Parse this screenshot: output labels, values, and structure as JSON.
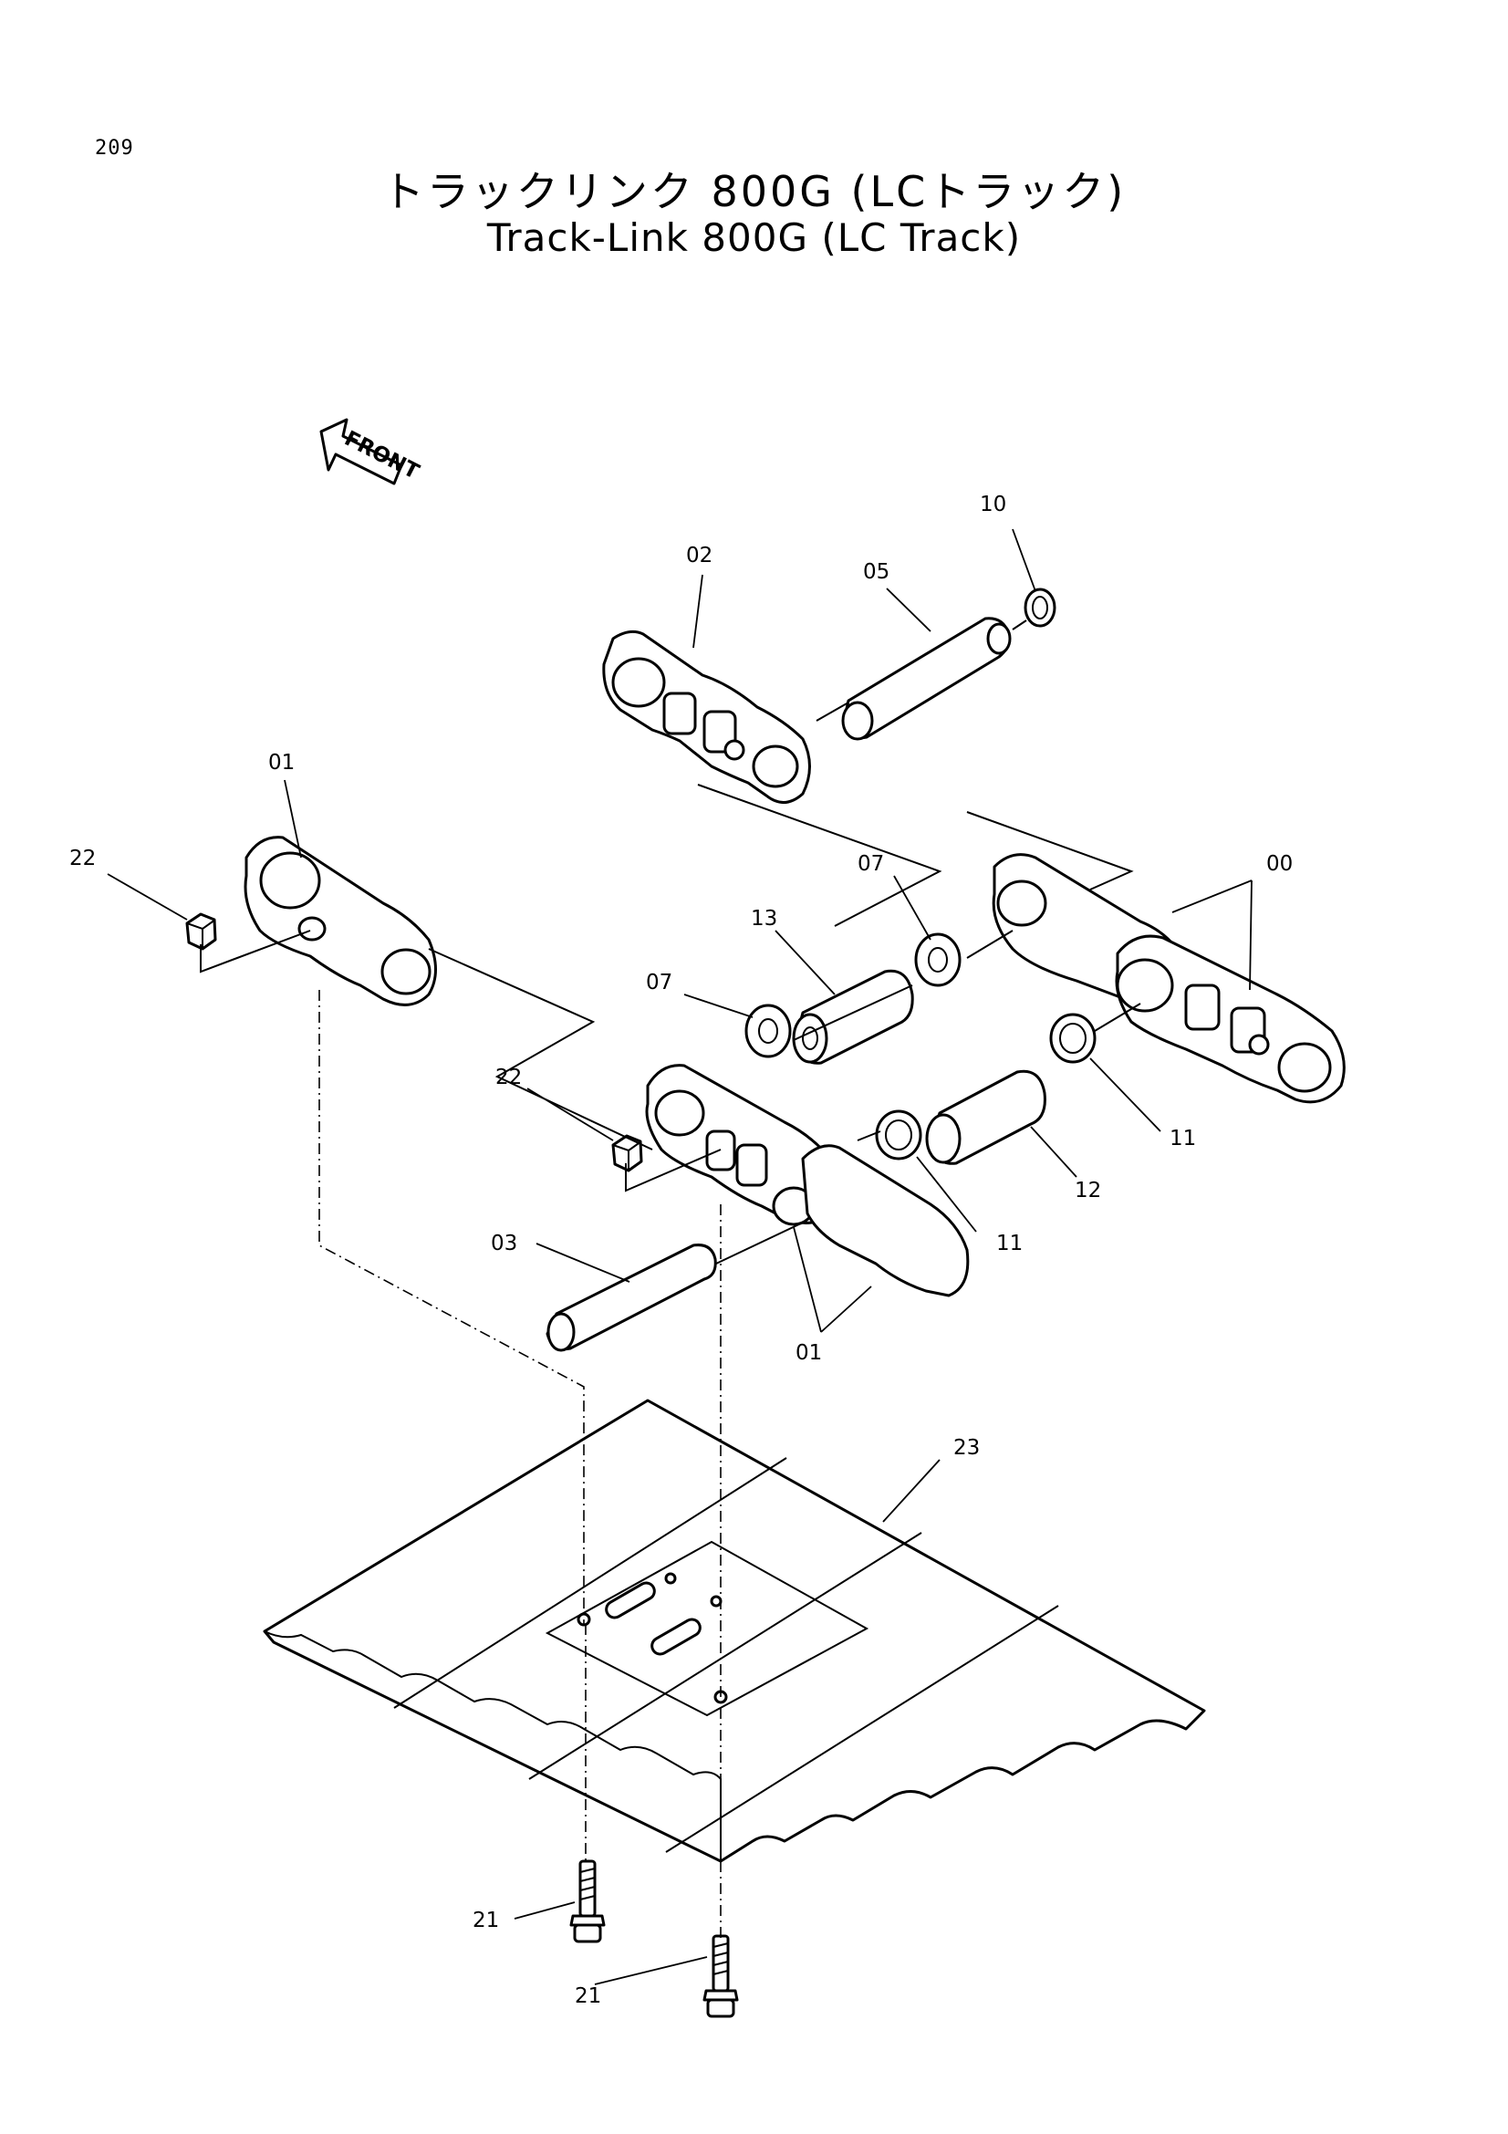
{
  "page_number": "209",
  "title_jp": "トラックリンク 800G (LCトラック)",
  "title_en": "Track-Link 800G (LC Track)",
  "front_label": "FRONT",
  "callouts": {
    "c10": "10",
    "c02": "02",
    "c05": "05",
    "c01_top": "01",
    "c22_left": "22",
    "c07_right": "07",
    "c00": "00",
    "c13": "13",
    "c07_left": "07",
    "c22_mid": "22",
    "c11_right": "11",
    "c12": "12",
    "c11_left": "11",
    "c03": "03",
    "c01_bottom": "01",
    "c23": "23",
    "c21_upper": "21",
    "c21_lower": "21"
  }
}
